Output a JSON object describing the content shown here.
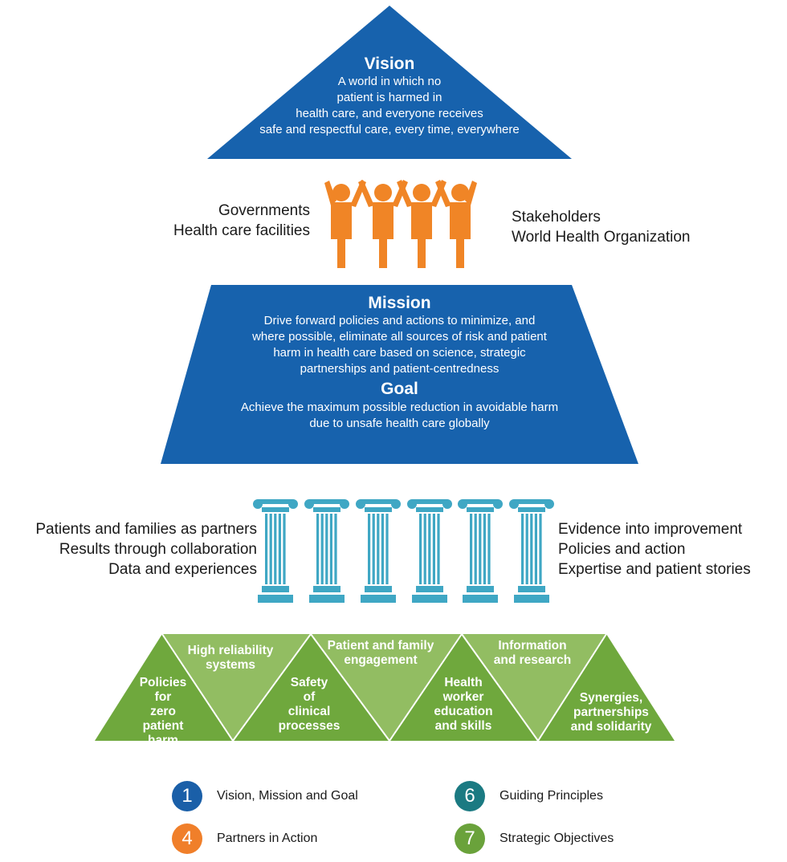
{
  "vision": {
    "title": "Vision",
    "lines": [
      "A world in which no",
      "patient is harmed in",
      "health care, and everyone receives",
      "safe and respectful care, every time, everywhere"
    ]
  },
  "partners": {
    "left": [
      "Governments",
      "Health care facilities"
    ],
    "right": [
      "Stakeholders",
      "World Health Organization"
    ]
  },
  "mission": {
    "title": "Mission",
    "lines": [
      "Drive forward policies and actions to minimize, and",
      "where possible, eliminate all sources of risk and patient",
      "harm in health care based on science, strategic",
      "partnerships and patient-centredness"
    ]
  },
  "goal": {
    "title": "Goal",
    "lines": [
      "Achieve the maximum possible reduction in avoidable harm",
      "due to unsafe health care globally"
    ]
  },
  "principles": {
    "left": [
      "Patients and families as partners",
      "Results through collaboration",
      "Data and experiences"
    ],
    "right": [
      "Evidence into improvement",
      "Policies and action",
      "Expertise and patient stories"
    ]
  },
  "objectives": [
    {
      "lines": [
        "Policies",
        "for",
        "zero patient",
        "harm"
      ]
    },
    {
      "lines": [
        "High reliability",
        "systems"
      ]
    },
    {
      "lines": [
        "Safety",
        "of",
        "clinical",
        "processes"
      ]
    },
    {
      "lines": [
        "Patient and family",
        "engagement"
      ]
    },
    {
      "lines": [
        "Health",
        "worker",
        "education",
        "and skills"
      ]
    },
    {
      "lines": [
        "Information",
        "and research"
      ]
    },
    {
      "lines": [
        "Synergies,",
        "partnerships",
        "and solidarity"
      ]
    }
  ],
  "legend": [
    {
      "number": "1",
      "label": "Vision, Mission and Goal",
      "color": "#1a5fa8"
    },
    {
      "number": "6",
      "label": "Guiding Principles",
      "color": "#1b7a82"
    },
    {
      "number": "4",
      "label": "Partners in Action",
      "color": "#f07f2a"
    },
    {
      "number": "7",
      "label": "Strategic Objectives",
      "color": "#6aa23b"
    }
  ],
  "colors": {
    "blue": "#1762ad",
    "orange": "#f08526",
    "teal": "#3fa7c4",
    "green_dark": "#6fa83d",
    "green_light": "#92bd62"
  }
}
